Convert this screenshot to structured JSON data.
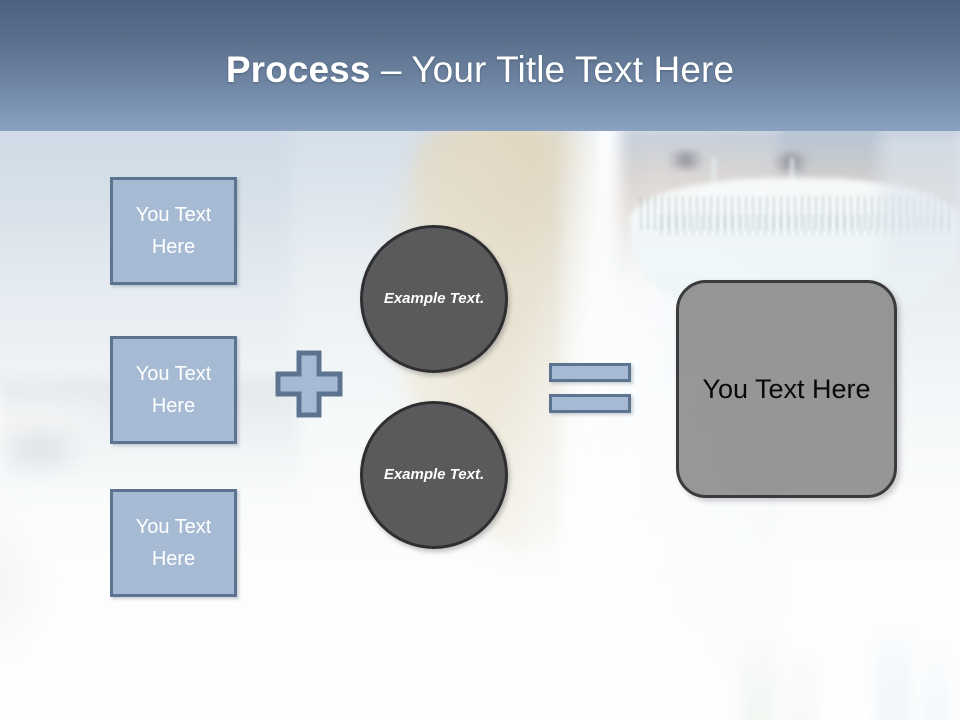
{
  "slide": {
    "header": {
      "title_bold": "Process",
      "title_rest": " – Your Title Text Here",
      "gradient_top": "#4c6080",
      "gradient_bottom": "#8aa1c0"
    },
    "colors": {
      "accent_blue_fill": "#a6bad4",
      "accent_blue_border": "#5d7491",
      "dark_circle_fill": "#5a5a5c",
      "dark_circle_border": "#2f2f31",
      "result_fill": "#808080",
      "result_border": "#3b3b3d",
      "title_text": "#ffffff"
    },
    "input_boxes": [
      {
        "label": "You Text Here"
      },
      {
        "label": "You Text Here"
      },
      {
        "label": "You Text Here"
      }
    ],
    "operators": {
      "plus": "+",
      "equals": "="
    },
    "circles": [
      {
        "label": "Example Text."
      },
      {
        "label": "Example Text."
      }
    ],
    "result": {
      "label": "You Text Here"
    }
  }
}
